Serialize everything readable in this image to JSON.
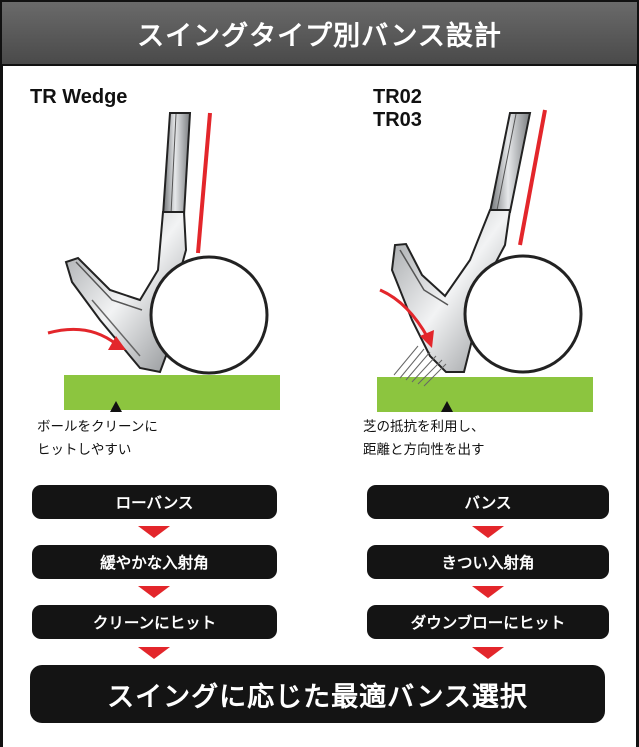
{
  "title": "スイングタイプ別バンス設計",
  "left": {
    "model": "TR Wedge",
    "note_lines": [
      "ボールをクリーンに",
      "ヒットしやすい"
    ],
    "steps": [
      "ローバンス",
      "緩やかな入射角",
      "クリーンにヒット"
    ]
  },
  "right": {
    "model_lines": [
      "TR02",
      "TR03"
    ],
    "note_lines": [
      "芝の抵抗を利用し、",
      "距離と方向性を出す"
    ],
    "steps": [
      "バンス",
      "きつい入射角",
      "ダウンブローにヒット"
    ]
  },
  "conclusion": "スイングに応じた最適バンス選択",
  "colors": {
    "accent_red": "#e3262b",
    "turf_green": "#8cc53f",
    "pill_black": "#141414",
    "header_gray": "#5a5a5a"
  }
}
